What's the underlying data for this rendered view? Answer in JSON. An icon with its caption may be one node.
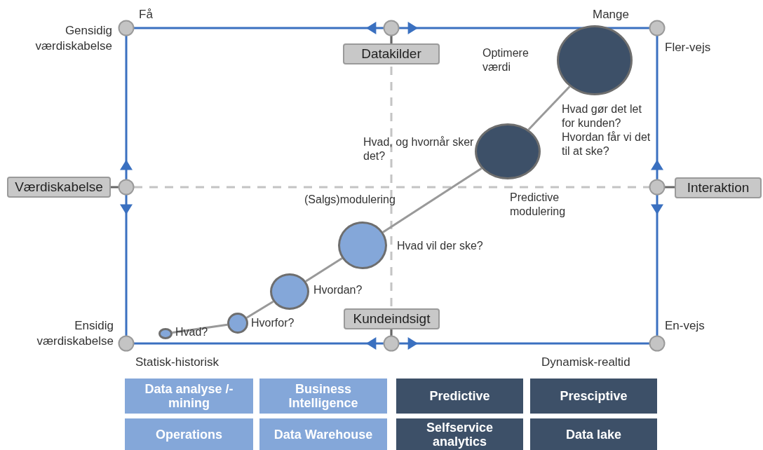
{
  "diagram": {
    "nodes": [
      {
        "text": [
          "Datakilder"
        ]
      },
      {
        "text": [
          "Værdiskabelse"
        ]
      },
      {
        "text": [
          "Interaktion"
        ]
      },
      {
        "text": [
          "Kundeindsigt"
        ]
      },
      {
        "text": [],
        "shape": "circle",
        "beside": [
          "Hvad?"
        ]
      },
      {
        "text": [],
        "shape": "circle",
        "beside": [
          "Hvorfor?"
        ]
      },
      {
        "text": [],
        "shape": "circle",
        "beside": [
          "Hvordan?"
        ]
      },
      {
        "text": [],
        "shape": "circle",
        "beside": [
          "(Salgs)modulering",
          "Hvad vil der ske?"
        ]
      },
      {
        "text": [],
        "shape": "circle",
        "beside": [
          "Hvad, og hvornår sker det?",
          "Predictive modulering"
        ]
      },
      {
        "text": [],
        "shape": "circle",
        "beside": [
          "Optimere værdi",
          "Hvad gør det let for kunden? Hvordan får vi det til at ske?"
        ]
      },
      {
        "text": [
          "Data analyse /-mining"
        ]
      },
      {
        "text": [
          "Business Intelligence"
        ]
      },
      {
        "text": [
          "Predictive"
        ]
      },
      {
        "text": [
          "Presciptive"
        ]
      },
      {
        "text": [
          "Operations"
        ]
      },
      {
        "text": [
          "Data Warehouse"
        ]
      },
      {
        "text": [
          "Selfservice analytics"
        ]
      },
      {
        "text": [
          "Data lake"
        ]
      }
    ],
    "edges": [
      {
        "from": 4,
        "to": 5,
        "arrow": "none"
      },
      {
        "from": 5,
        "to": 6,
        "arrow": "none"
      },
      {
        "from": 6,
        "to": 7,
        "arrow": "none"
      },
      {
        "from": 7,
        "to": 8,
        "arrow": "none"
      },
      {
        "from": 8,
        "to": 9,
        "arrow": "none"
      }
    ],
    "labels": [
      "Få",
      "Mange",
      "Gensidig værdiskabelse",
      "Fler-vejs",
      "Ensidig værdiskabelse",
      "En-vejs",
      "Statisk-historisk",
      "Dynamisk-realtid"
    ]
  }
}
